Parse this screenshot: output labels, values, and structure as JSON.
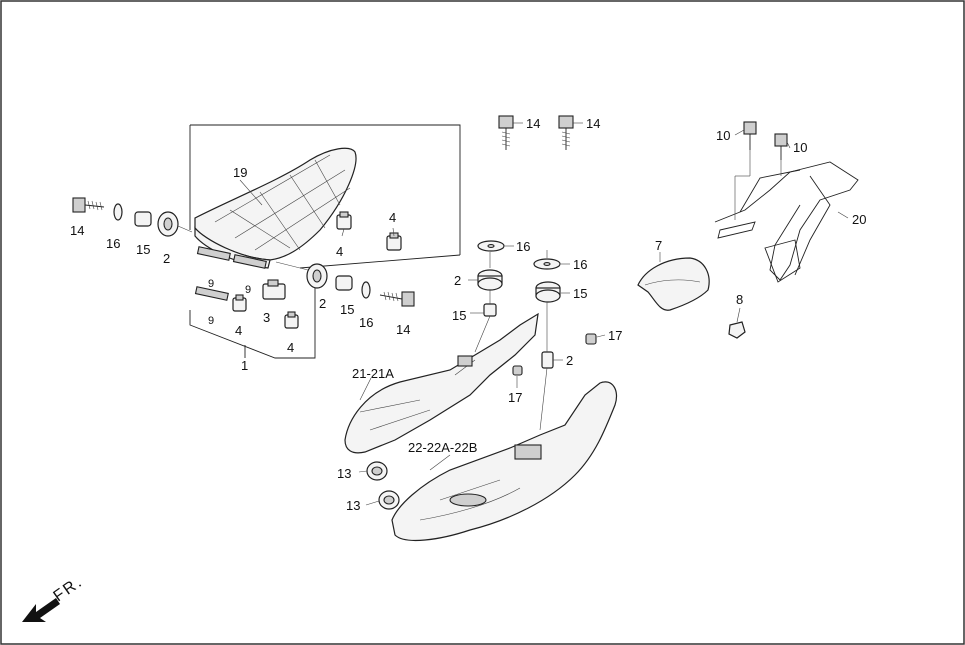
{
  "callouts": {
    "c1": "1",
    "c2a": "2",
    "c2b": "2",
    "c2c": "2",
    "c2d": "2",
    "c3": "3",
    "c4a": "4",
    "c4b": "4",
    "c4c": "4",
    "c4d": "4",
    "c7": "7",
    "c8": "8",
    "c9a": "9",
    "c9b": "9",
    "c9c": "9",
    "c10a": "10",
    "c10b": "10",
    "c13a": "13",
    "c13b": "13",
    "c14a": "14",
    "c14b": "14",
    "c14c": "14",
    "c14d": "14",
    "c15a": "15",
    "c15b": "15",
    "c15c": "15",
    "c15d": "15",
    "c16a": "16",
    "c16b": "16",
    "c16c": "16",
    "c16d": "16",
    "c17a": "17",
    "c17b": "17",
    "c19": "19",
    "c20": "20",
    "c21": "21-21A",
    "c22": "22-22A-22B"
  },
  "direction": "FR."
}
